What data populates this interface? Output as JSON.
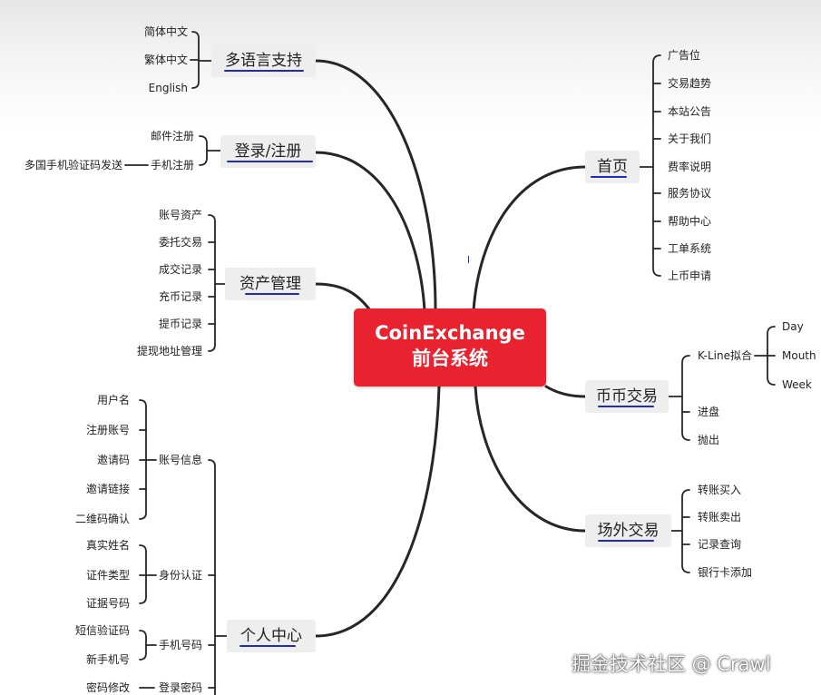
{
  "root": {
    "line1": "CoinExchange",
    "line2": "前台系统"
  },
  "branches": {
    "lang": {
      "label": "多语言支持",
      "children": [
        "简体中文",
        "繁体中文",
        "English"
      ]
    },
    "login": {
      "label": "登录/注册",
      "children": [
        "邮件注册",
        "手机注册"
      ],
      "sub": "多国手机验证码发送"
    },
    "assets": {
      "label": "资产管理",
      "children": [
        "账号资产",
        "委托交易",
        "成交记录",
        "充币记录",
        "提币记录",
        "提现地址管理"
      ]
    },
    "personal": {
      "label": "个人中心",
      "groups": [
        {
          "label": "账号信息",
          "children": [
            "用户名",
            "注册账号",
            "邀请码",
            "邀请链接",
            "二维码确认"
          ]
        },
        {
          "label": "身份认证",
          "children": [
            "真实姓名",
            "证件类型",
            "证据号码"
          ]
        },
        {
          "label": "手机号码",
          "children": [
            "短信验证码",
            "新手机号"
          ]
        },
        {
          "label": "登录密码",
          "children": [
            "密码修改"
          ]
        }
      ]
    },
    "home": {
      "label": "首页",
      "children": [
        "广告位",
        "交易趋势",
        "本站公告",
        "关于我们",
        "费率说明",
        "服务协议",
        "帮助中心",
        "工单系统",
        "上币申请"
      ]
    },
    "coin": {
      "label": "币币交易",
      "kline": {
        "label": "K-Line拟合",
        "children": [
          "Day",
          "Mouth",
          "Week"
        ]
      },
      "children": [
        "进盘",
        "抛出"
      ]
    },
    "otc": {
      "label": "场外交易",
      "children": [
        "转账买入",
        "转账卖出",
        "记录查询",
        "银行卡添加"
      ]
    }
  },
  "watermark": "掘金技术社区 @ Crawl"
}
